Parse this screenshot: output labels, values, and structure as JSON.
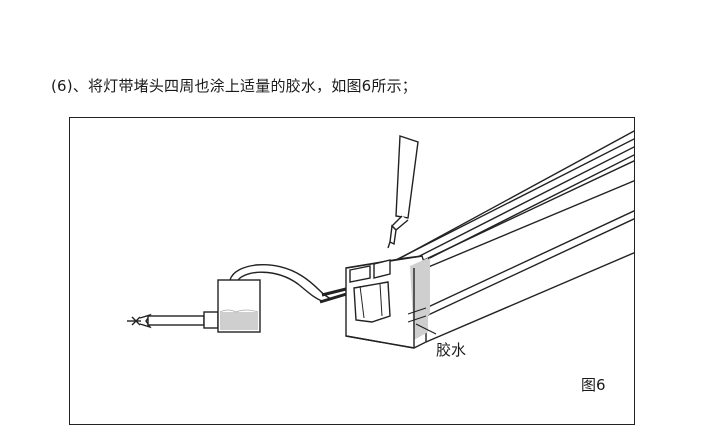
{
  "instruction": "(6)、将灯带堵头四周也涂上适量的胶水，如图6所示；",
  "figure": {
    "glue_label": "胶水",
    "figure_label": "图6"
  },
  "colors": {
    "glue": "#cfcfcf",
    "line": "#222222"
  }
}
